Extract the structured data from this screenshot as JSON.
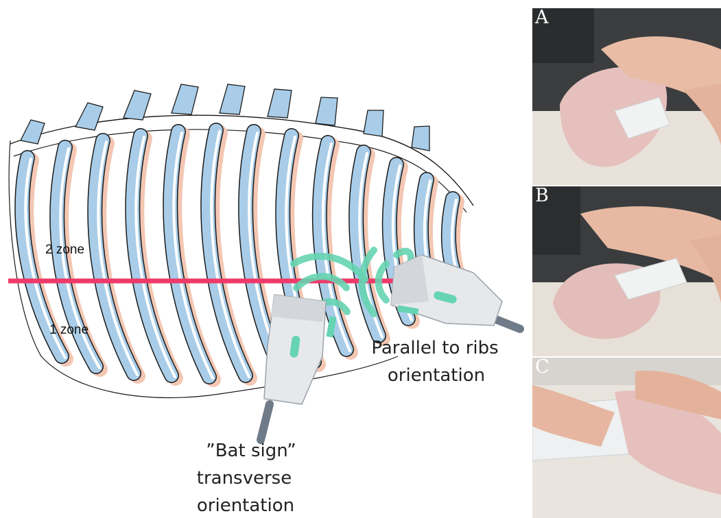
{
  "zones": {
    "upper": "2 zone",
    "lower": "1 zone"
  },
  "orientations": {
    "parallel_line1": "Parallel to ribs",
    "parallel_line2": "orientation",
    "bat_line1": "”Bat sign”",
    "bat_line2": "transverse",
    "bat_line3": "orientation"
  },
  "panels": {
    "a": "A",
    "b": "B",
    "c": "C"
  },
  "colors": {
    "rib_fill": "#a9cde8",
    "rib_outline": "#1a1a1a",
    "rib_shadow": "#f3c7b3",
    "boundary_line": "#ee3a6a",
    "wave": "#66d4b2",
    "probe_body": "#e6e8ea",
    "probe_cable": "#6f7b88"
  }
}
